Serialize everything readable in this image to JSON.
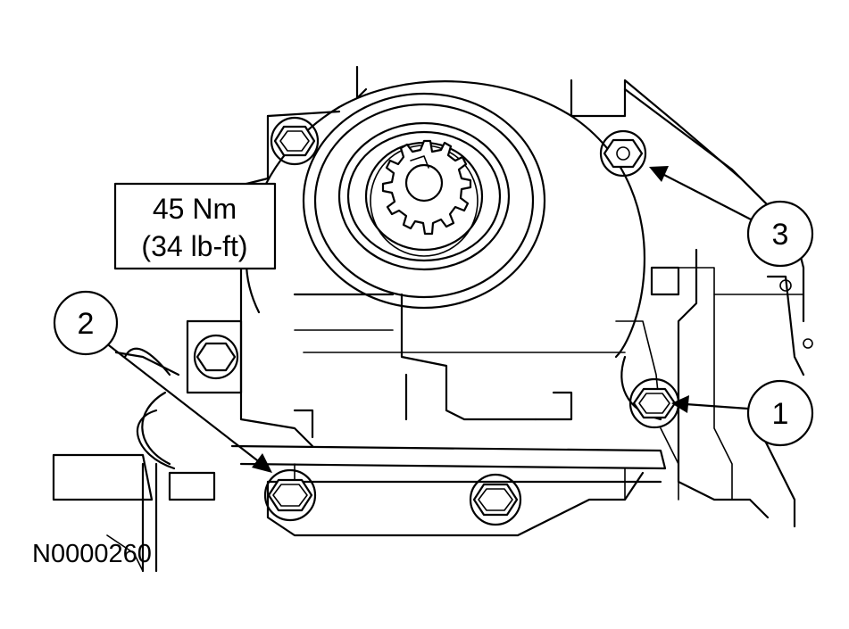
{
  "torque": {
    "metric": "45 Nm",
    "imperial": "(34 lb-ft)"
  },
  "callouts": [
    {
      "number": "1"
    },
    {
      "number": "2"
    },
    {
      "number": "3"
    }
  ],
  "figure_id": "N0000260"
}
